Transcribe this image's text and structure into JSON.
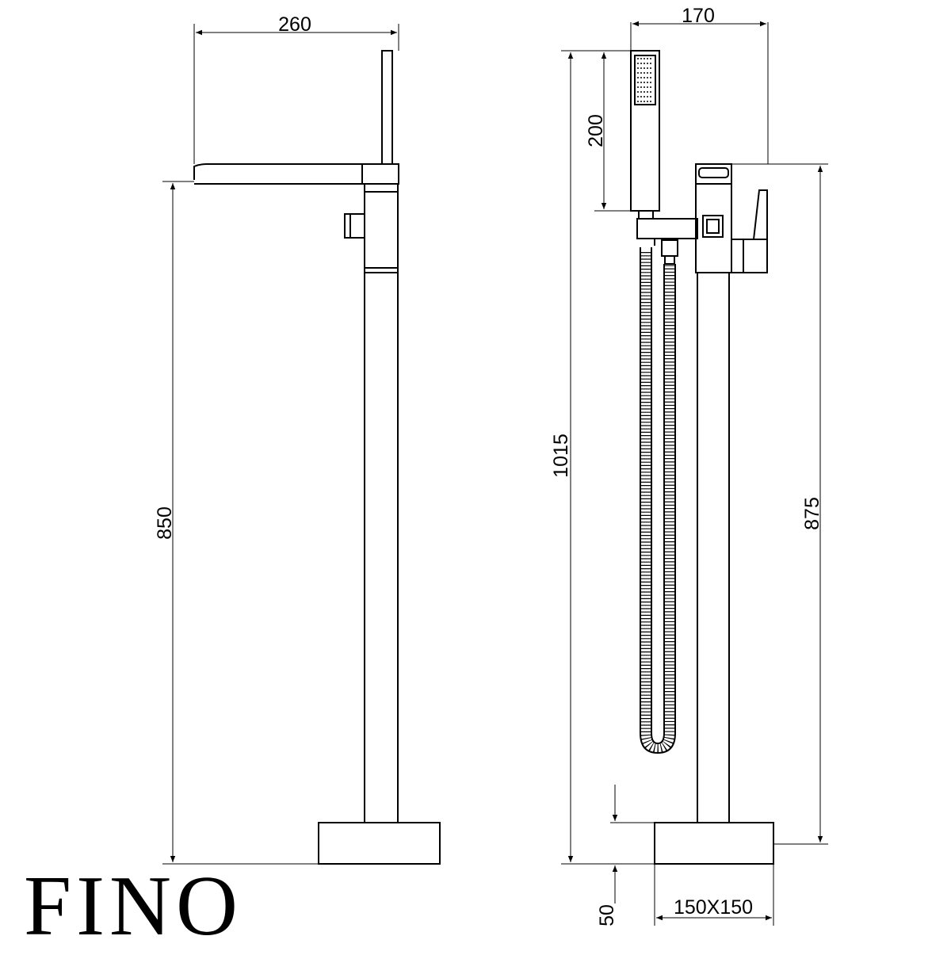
{
  "brand": {
    "name": "FINO"
  },
  "dimensions": {
    "left_width": "260",
    "left_height": "850",
    "right_width": "170",
    "handshower_length": "200",
    "right_total_height": "1015",
    "right_spout_height": "875",
    "base_height": "50",
    "base_size": "150X150"
  }
}
